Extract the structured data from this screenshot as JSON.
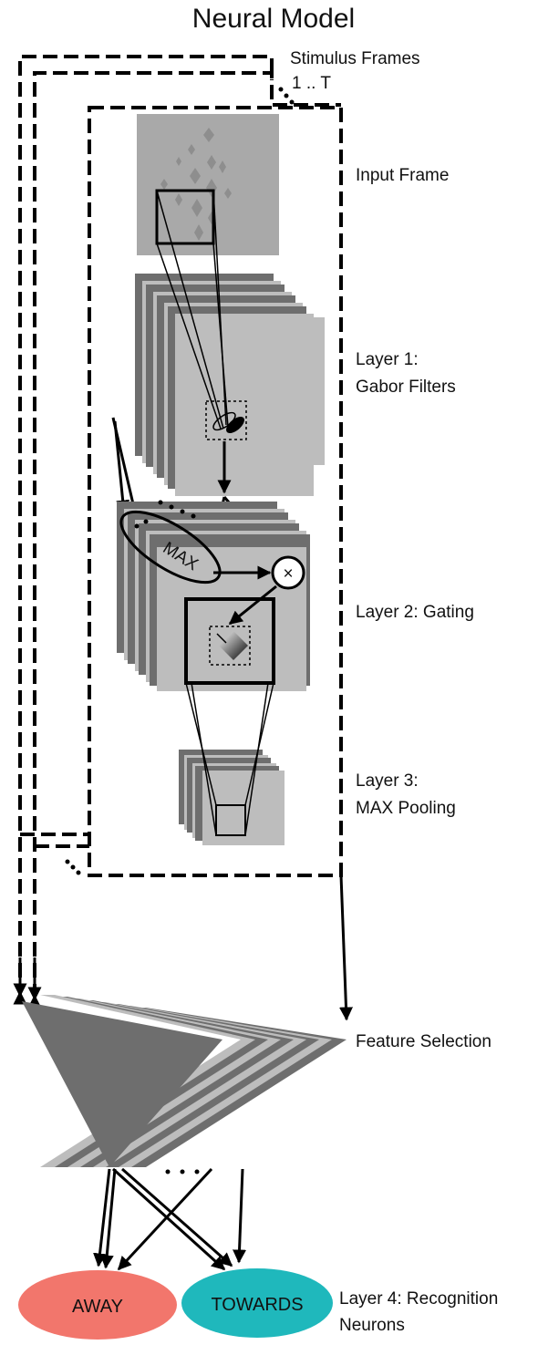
{
  "title": "Neural Model",
  "stimulus_label": "Stimulus Frames",
  "frames_range": "1 .. T",
  "input_frame": "Input Frame",
  "layer1_line1": "Layer 1:",
  "layer1_line2": "Gabor Filters",
  "max_label": "MAX",
  "gate_symbol": "×",
  "layer2": "Layer 2: Gating",
  "layer3_line1": "Layer 3:",
  "layer3_line2": "MAX Pooling",
  "feature_selection": "Feature Selection",
  "away_label": "AWAY",
  "towards_label": "TOWARDS",
  "layer4_line1": "Layer 4: Recognition",
  "layer4_line2": "Neurons",
  "colors": {
    "away": "#f2766c",
    "towards": "#1fb8bc",
    "dark_gray": "#6e6e6e",
    "light_gray": "#bdbdbd",
    "frame_bg": "#a9a9a9"
  }
}
